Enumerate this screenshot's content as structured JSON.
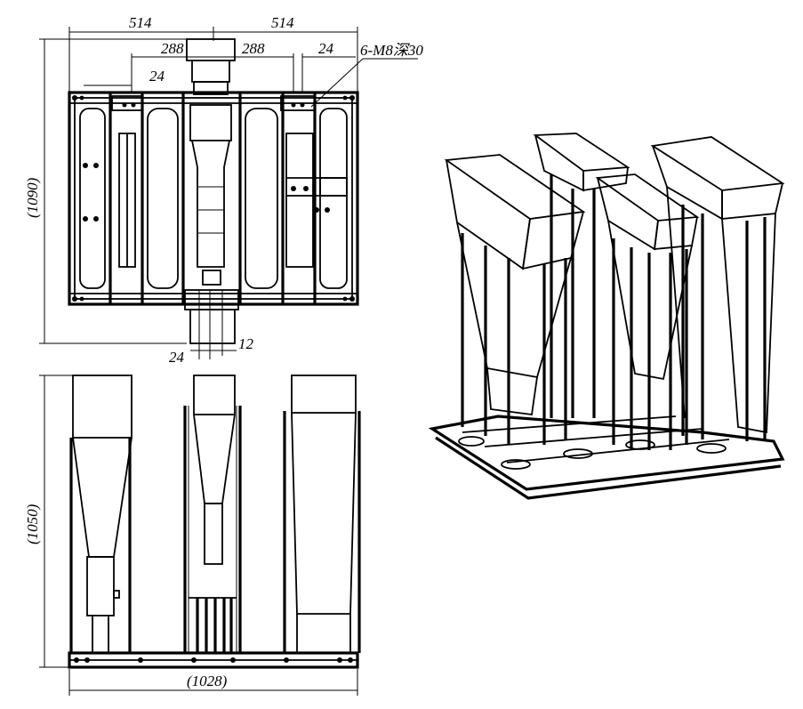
{
  "dimensions": {
    "top_left_width": "514",
    "top_right_width": "514",
    "left_offset": "288",
    "right_offset": "288",
    "top_bracket_left": "24",
    "top_bracket_right": "24",
    "hole_callout": "6-M8深30",
    "overall_depth": "(1090)",
    "outlet_left": "24",
    "outlet_right": "12",
    "overall_height": "(1050)",
    "overall_width": "(1028)"
  },
  "colors": {
    "line": "#000000",
    "background": "#ffffff"
  }
}
